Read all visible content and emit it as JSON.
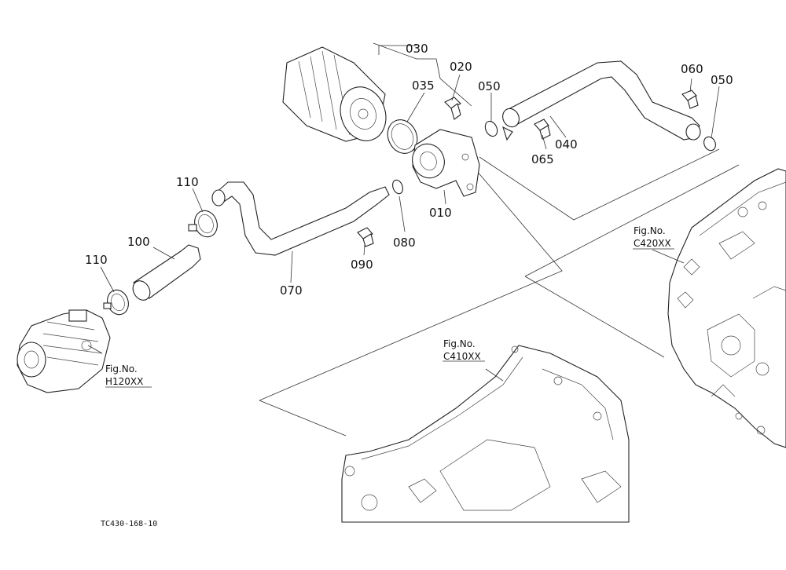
{
  "parts": [
    {
      "no": "030"
    },
    {
      "no": "020"
    },
    {
      "no": "035"
    },
    {
      "no": "050"
    },
    {
      "no": "040"
    },
    {
      "no": "060"
    },
    {
      "no": "050"
    },
    {
      "no": "065"
    },
    {
      "no": "110"
    },
    {
      "no": "100"
    },
    {
      "no": "110"
    },
    {
      "no": "010"
    },
    {
      "no": "080"
    },
    {
      "no": "090"
    },
    {
      "no": "070"
    }
  ],
  "figure_refs": [
    {
      "line1": "Fig.No.",
      "line2": "C420XX"
    },
    {
      "line1": "Fig.No.",
      "line2": "C410XX"
    },
    {
      "line1": "Fig.No.",
      "line2": "H120XX"
    }
  ],
  "drawing_code": "TC430-168-10",
  "colors": {
    "line": "#222222",
    "background": "#ffffff"
  }
}
